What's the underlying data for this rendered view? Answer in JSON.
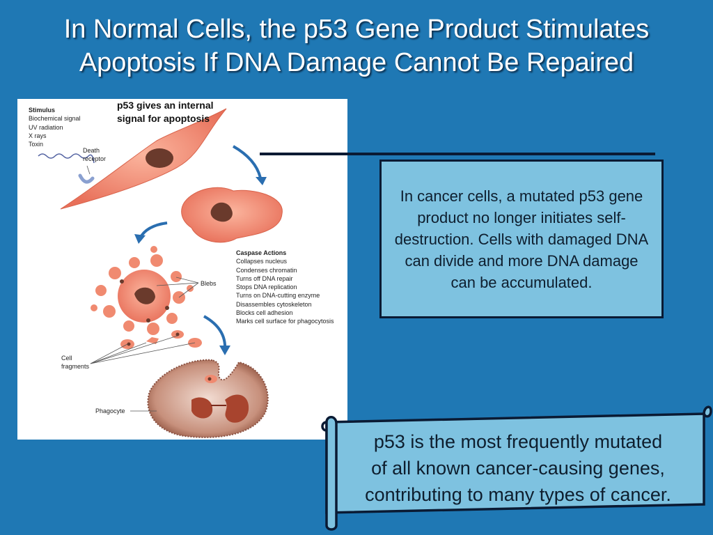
{
  "title": {
    "line1": "In Normal Cells, the p53 Gene Product Stimulates",
    "line2": "Apoptosis If DNA Damage Cannot Be Repaired"
  },
  "figure": {
    "overlay_label_line1": "p53 gives an internal",
    "overlay_label_line2": "signal for apoptosis",
    "stimulus_heading": "Stimulus",
    "stimulus_items": [
      "Biochemical signal",
      "UV radiation",
      "X rays",
      "Toxin"
    ],
    "death_receptor_line1": "Death",
    "death_receptor_line2": "receptor",
    "caspase_heading": "Caspase Actions",
    "caspase_items": [
      "Collapses nucleus",
      "Condenses chromatin",
      "Turns off DNA repair",
      "Stops DNA replication",
      "Turns on DNA-cutting enzyme",
      "Disassembles cytoskeleton",
      "Blocks cell adhesion",
      "Marks cell surface for phagocytosis"
    ],
    "blebs_label": "Blebs",
    "cell_fragments_line1": "Cell",
    "cell_fragments_line2": "fragments",
    "phagocyte_label": "Phagocyte"
  },
  "info_box": {
    "text": "In cancer cells, a mutated p53 gene product no longer initiates self-destruction. Cells with damaged DNA can divide and more DNA damage can be accumulated."
  },
  "scroll": {
    "line1": "p53 is the most frequently mutated",
    "line2": "of all known cancer-causing genes,",
    "line3": "contributing to many types of cancer."
  },
  "colors": {
    "background": "#1f78b4",
    "box_fill": "#7ec2e0",
    "outline": "#0a1a33",
    "cell": "#f08a70",
    "nucleus": "#6a2a1c",
    "arrow": "#2a6eb0"
  }
}
